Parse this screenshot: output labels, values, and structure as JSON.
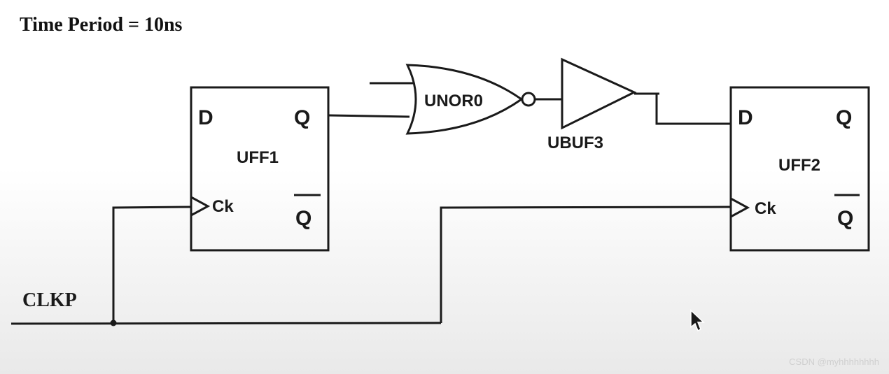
{
  "title": "Time Period = 10ns",
  "clock_net": "CLKP",
  "flipflops": [
    {
      "name": "UFF1",
      "d": "D",
      "q": "Q",
      "qbar": "Q",
      "clk": "Ck"
    },
    {
      "name": "UFF2",
      "d": "D",
      "q": "Q",
      "qbar": "Q",
      "clk": "Ck"
    }
  ],
  "gates": {
    "nor": "UNOR0",
    "buffer": "UBUF3"
  },
  "watermark": "CSDN @myhhhhhhhh",
  "colors": {
    "line": "#1a1a1a",
    "background_top": "#ffffff",
    "background_bottom": "#e9e9e9"
  },
  "icons": {
    "cursor": "mouse-pointer-icon"
  }
}
